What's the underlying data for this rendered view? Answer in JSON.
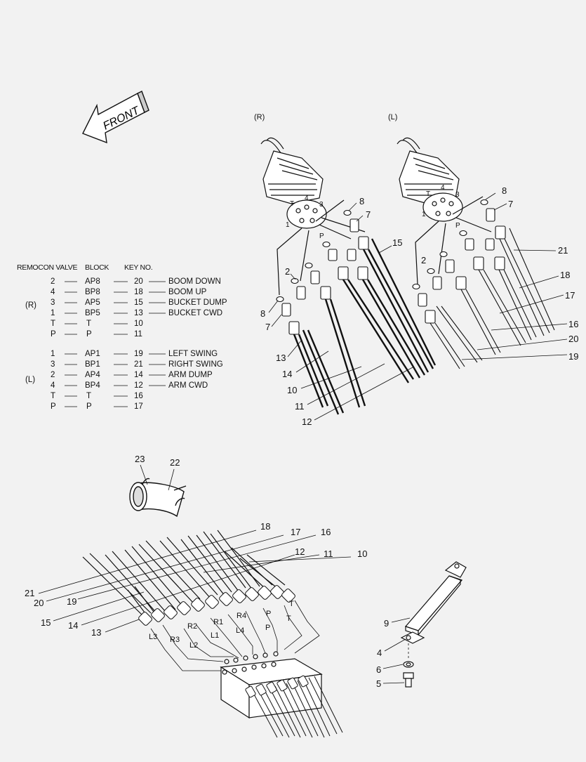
{
  "front_label": "FRONT",
  "side_labels": {
    "right": "(R)",
    "left": "(L)"
  },
  "table": {
    "headers": {
      "remocon": "REMOCON VALVE",
      "block": "BLOCK",
      "key": "KEY NO."
    },
    "groups": [
      {
        "label": "(R)",
        "rows": [
          {
            "valve": "2",
            "block": "AP8",
            "key": "20",
            "desc": "BOOM DOWN"
          },
          {
            "valve": "4",
            "block": "BP8",
            "key": "18",
            "desc": "BOOM UP"
          },
          {
            "valve": "3",
            "block": "AP5",
            "key": "15",
            "desc": "BUCKET DUMP"
          },
          {
            "valve": "1",
            "block": "BP5",
            "key": "13",
            "desc": "BUCKET CWD"
          },
          {
            "valve": "T",
            "block": "T",
            "key": "10",
            "desc": ""
          },
          {
            "valve": "P",
            "block": "P",
            "key": "11",
            "desc": ""
          }
        ]
      },
      {
        "label": "(L)",
        "rows": [
          {
            "valve": "1",
            "block": "AP1",
            "key": "19",
            "desc": "LEFT SWING"
          },
          {
            "valve": "3",
            "block": "BP1",
            "key": "21",
            "desc": "RIGHT SWING"
          },
          {
            "valve": "2",
            "block": "AP4",
            "key": "14",
            "desc": "ARM DUMP"
          },
          {
            "valve": "4",
            "block": "BP4",
            "key": "12",
            "desc": "ARM CWD"
          },
          {
            "valve": "T",
            "block": "T",
            "key": "16",
            "desc": ""
          },
          {
            "valve": "P",
            "block": "P",
            "key": "17",
            "desc": ""
          }
        ]
      }
    ]
  },
  "right_valve_labels": {
    "port_t": "T",
    "port_4": "4",
    "port_3": "3",
    "port_1": "1",
    "port_p": "P",
    "c8a": "8",
    "c7a": "7",
    "c15": "15",
    "c2": "2",
    "c8b": "8",
    "c7b": "7",
    "c13": "13",
    "c14": "14",
    "c10": "10",
    "c11": "11",
    "c12": "12"
  },
  "left_valve_labels": {
    "port_t": "T",
    "port_4": "4",
    "port_3": "3",
    "port_1": "1",
    "port_p": "P",
    "c8": "8",
    "c7": "7",
    "c2": "2",
    "c21": "21",
    "c18": "18",
    "c17": "17",
    "c16": "16",
    "c20": "20",
    "c19": "19"
  },
  "clamp_labels": {
    "c23": "23",
    "c22": "22"
  },
  "block_labels": {
    "c18": "18",
    "c17": "17",
    "c16": "16",
    "c12": "12",
    "c11": "11",
    "c10": "10",
    "c21": "21",
    "c20": "20",
    "c19": "19",
    "c15": "15",
    "c14": "14",
    "c13": "13",
    "p_t1": "T",
    "p_r4": "R4",
    "p_r1": "R1",
    "p_r2": "R2",
    "p_p1": "P",
    "p_t2": "T",
    "p_l4": "L4",
    "p_p2": "P",
    "p_l1": "L1",
    "p_l2": "L2",
    "p_r3": "R3",
    "p_l3": "L3"
  },
  "bracket_labels": {
    "c9": "9",
    "c4": "4",
    "c6": "6",
    "c5": "5"
  }
}
